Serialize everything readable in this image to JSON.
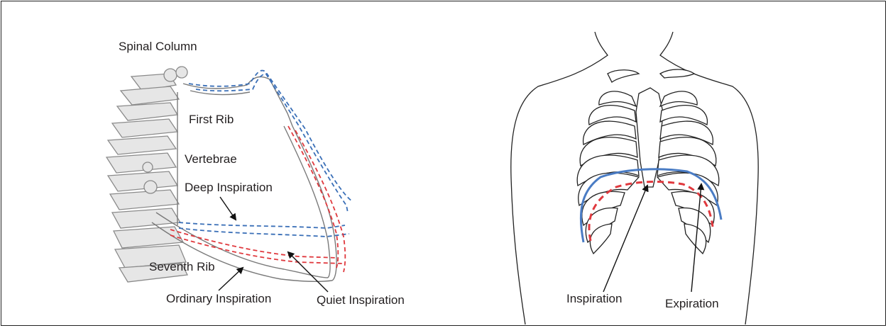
{
  "figure": {
    "left_panel": {
      "labels": {
        "spinal_column": "Spinal Column",
        "first_rib": "First Rib",
        "vertebrae": "Vertebrae",
        "deep_inspiration": "Deep Inspiration",
        "seventh_rib": "Seventh Rib",
        "ordinary_inspiration": "Ordinary Inspiration",
        "quiet_inspiration": "Quiet Inspiration"
      }
    },
    "right_panel": {
      "labels": {
        "inspiration": "Inspiration",
        "expiration": "Expiration"
      }
    },
    "colors": {
      "deep_inspiration_line": "#3a6fb7",
      "quiet_inspiration_line": "#e0393e",
      "expiration_line": "#4a7cc4",
      "inspiration_line": "#e0393e",
      "bone_outline": "#777777"
    }
  }
}
